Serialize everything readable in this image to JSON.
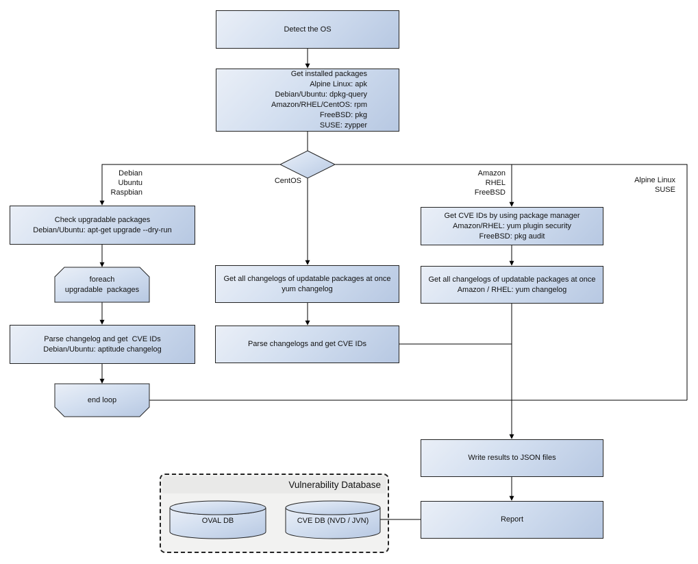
{
  "diagram": {
    "title_hint": "OS package vulnerability scan flow",
    "nodes": {
      "detect_os": {
        "label": "Detect the OS"
      },
      "get_installed_packages": {
        "label": "Get installed packages\nAlpine Linux: apk\nDebian/Ubuntu: dpkg-query\nAmazon/RHEL/CentOS: rpm\nFreeBSD: pkg\nSUSE: zypper"
      },
      "check_upgradable": {
        "label": "Check upgradable packages\nDebian/Ubuntu: apt-get upgrade --dry-run"
      },
      "foreach_loop": {
        "label": "foreach\nupgradable  packages"
      },
      "parse_changelog_left": {
        "label": "Parse changelog and get  CVE IDs\nDebian/Ubuntu: aptitude changelog"
      },
      "end_loop": {
        "label": "end loop"
      },
      "get_changelogs_centos": {
        "label": "Get all changelogs of updatable packages at once\nyum changelog"
      },
      "parse_changelogs_centos": {
        "label": "Parse changelogs and get CVE IDs"
      },
      "get_cve_ids_right": {
        "label": "Get CVE IDs by using package manager\nAmazon/RHEL: yum plugin security\nFreeBSD: pkg audit"
      },
      "get_changelogs_right": {
        "label": "Get all changelogs of updatable packages at once\nAmazon / RHEL: yum changelog"
      },
      "write_results": {
        "label": "Write results to JSON files"
      },
      "report": {
        "label": "Report"
      }
    },
    "branch_labels": {
      "debian": "Debian\nUbuntu\nRaspbian",
      "centos": "CentOS",
      "amazon": "Amazon\nRHEL\nFreeBSD",
      "alpine": "Alpine Linux\nSUSE"
    },
    "database": {
      "title": "Vulnerability Database",
      "oval_db": "OVAL DB",
      "cve_db": "CVE DB (NVD / JVN)"
    },
    "colors": {
      "node_gradient_start": "#eaeff7",
      "node_gradient_end": "#b7c8e2",
      "node_border": "#222222",
      "db_panel_bg": "#f2f2f1",
      "db_header_bg": "#e9e9e8",
      "line": "#000000"
    }
  }
}
